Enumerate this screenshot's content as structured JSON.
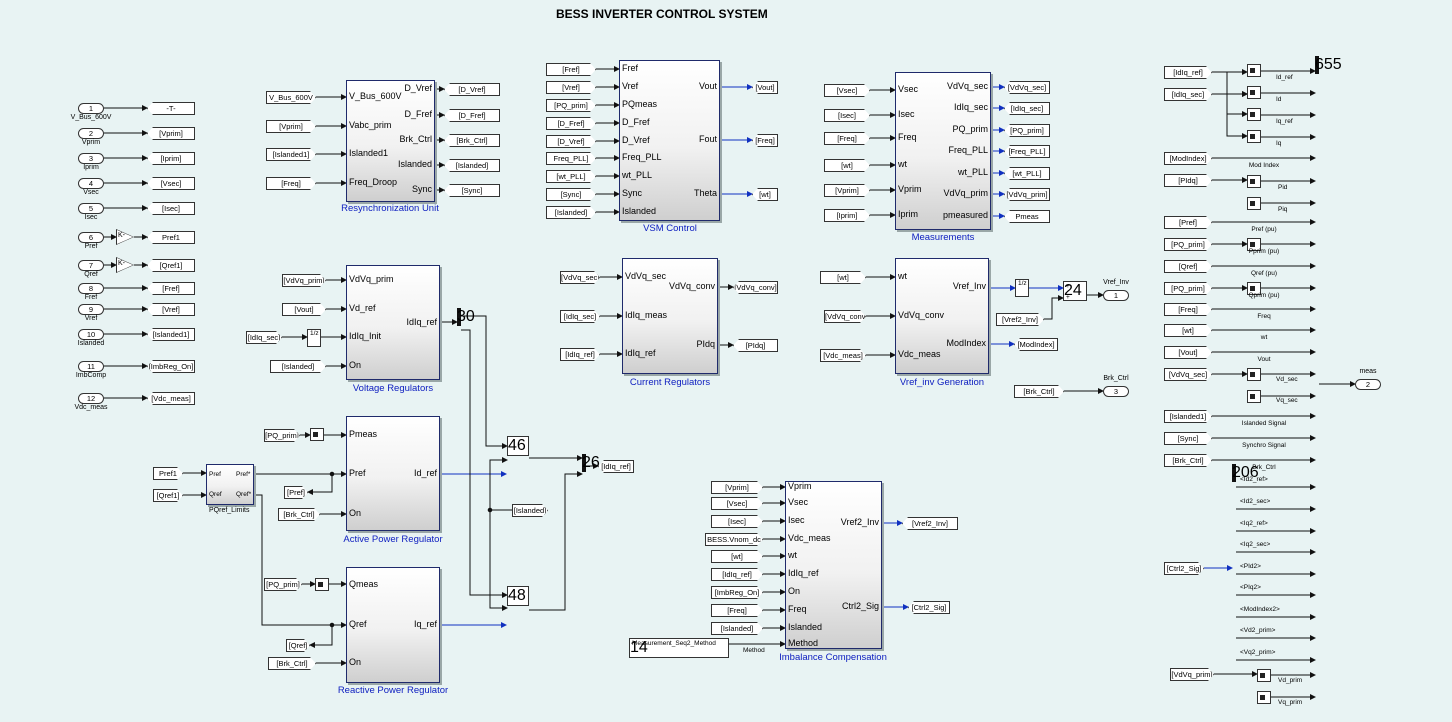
{
  "title": "BESS INVERTER CONTROL SYSTEM",
  "inports": [
    {
      "num": "1",
      "name": "V_Bus_600V",
      "goto": "-T-"
    },
    {
      "num": "2",
      "name": "Vprim",
      "goto": "[Vprim]"
    },
    {
      "num": "3",
      "name": "Iprim",
      "goto": "[Iprim]"
    },
    {
      "num": "4",
      "name": "Vsec",
      "goto": "[Vsec]"
    },
    {
      "num": "5",
      "name": "Isec",
      "goto": "[Isec]"
    },
    {
      "num": "6",
      "name": "Pref",
      "goto": "Pref1",
      "gain": "K-"
    },
    {
      "num": "7",
      "name": "Qref",
      "goto": "[Qref1]",
      "gain": "K-"
    },
    {
      "num": "8",
      "name": "Fref",
      "goto": "[Fref]"
    },
    {
      "num": "9",
      "name": "Vref",
      "goto": "[Vref]"
    },
    {
      "num": "10",
      "name": "Islanded",
      "goto": "[Islanded1]"
    },
    {
      "num": "11",
      "name": "ImbComp",
      "goto": "[ImbReg_On]"
    },
    {
      "num": "12",
      "name": "Vdc_meas",
      "goto": "[Vdc_meas]"
    }
  ],
  "resync": {
    "name": "Resynchronization Unit",
    "inputs": [
      "V_Bus_600V",
      "Vabc_prim",
      "Islanded1",
      "Freq_Droop"
    ],
    "outputs": [
      "D_Vref",
      "D_Fref",
      "Brk_Ctrl",
      "Islanded",
      "Sync"
    ],
    "froms": [
      "V_Bus_600V",
      "[Vprim]",
      "[Islanded1]",
      "[Freq]"
    ],
    "gotos": [
      "[D_Vref]",
      "[D_Fref]",
      "[Brk_Ctrl]",
      "[Islanded]",
      "[Sync]"
    ]
  },
  "vsm": {
    "name": "VSM Control",
    "inputs": [
      "Fref",
      "Vref",
      "PQmeas",
      "D_Fref",
      "D_Vref",
      "Freq_PLL",
      "wt_PLL",
      "Sync",
      "Islanded"
    ],
    "outputs": [
      "Vout",
      "Fout",
      "Theta"
    ],
    "froms": [
      "[Fref]",
      "[Vref]",
      "[PQ_prim]",
      "[D_Fref]",
      "[D_Vref]",
      "Freq_PLL]",
      "[wt_PLL]",
      "[Sync]",
      "[Islanded]"
    ],
    "gotos": [
      "[Vout]",
      "[Freq]",
      "[wt]"
    ]
  },
  "meas": {
    "name": "Measurements",
    "inputs": [
      "Vsec",
      "Isec",
      "Freq",
      "wt",
      "Vprim",
      "Iprim"
    ],
    "outputs": [
      "VdVq_sec",
      "IdIq_sec",
      "PQ_prim",
      "Freq_PLL",
      "wt_PLL",
      "VdVq_prim",
      "pmeasured"
    ],
    "froms": [
      "[Vsec]",
      "[Isec]",
      "[Freq]",
      "[wt]",
      "[Vprim]",
      "[Iprim]"
    ],
    "gotos": [
      "[VdVq_sec]",
      "[IdIq_sec]",
      "[PQ_prim]",
      "[Freq_PLL]",
      "[wt_PLL]",
      "[VdVq_prim]",
      "Pmeas"
    ]
  },
  "vreg": {
    "name": "Voltage Regulators",
    "inputs": [
      "VdVq_prim",
      "Vd_ref",
      "IdIq_Init",
      "On"
    ],
    "outputs": [
      "IdIq_ref"
    ],
    "froms": [
      "[VdVq_prim]",
      "[Vout]",
      "[IdIq_sec]",
      "[Islanded]"
    ],
    "tf": "1/z"
  },
  "creg": {
    "name": "Current Regulators",
    "inputs": [
      "VdVq_sec",
      "IdIq_meas",
      "IdIq_ref"
    ],
    "outputs": [
      "VdVq_conv",
      "PIdq"
    ],
    "froms": [
      "[VdVq_sec]",
      "[IdIq_sec]",
      "[IdIq_ref]"
    ],
    "gotos": [
      "[VdVq_conv]",
      "[PIdq]"
    ]
  },
  "vinv": {
    "name": "Vref_inv Generation",
    "inputs": [
      "wt",
      "VdVq_conv",
      "Vdc_meas"
    ],
    "outputs": [
      "Vref_Inv",
      "ModIndex"
    ],
    "froms": [
      "[wt]",
      "[VdVq_conv]",
      "[Vdc_meas]"
    ],
    "gotos": [
      "[ModIndex]"
    ],
    "tf": "1/z",
    "from2": "[Vref2_Inv]",
    "out_label": "Vref_Inv",
    "out_num": "1",
    "brk_from": "[Brk_Ctrl]",
    "brk_label": "Brk_Ctrl",
    "brk_num": "3"
  },
  "apreg": {
    "name": "Active Power Regulator",
    "inputs": [
      "Pmeas",
      "Pref",
      "On"
    ],
    "outputs": [
      "Id_ref"
    ],
    "froms": [
      "[PQ_prim]",
      "[Pref]",
      "[Brk_Ctrl]"
    ]
  },
  "rpreg": {
    "name": "Reactive Power Regulator",
    "inputs": [
      "Qmeas",
      "Qref",
      "On"
    ],
    "outputs": [
      "Iq_ref"
    ],
    "froms": [
      "[PQ_prim]",
      "[Qref]",
      "[Brk_Ctrl]"
    ]
  },
  "pqlim": {
    "name": "PQref_Limits",
    "froms": [
      "Pref1",
      "[Qref1]"
    ],
    "inputs": [
      "Pref",
      "Qref"
    ],
    "outputs": [
      "Pref*",
      "Qref*"
    ]
  },
  "switch_goto": "[IdIq_ref]",
  "switch_from": "[Islanded]",
  "imb": {
    "name": "Imbalance Compensation",
    "inputs": [
      "Vprim",
      "Vsec",
      "Isec",
      "Vdc_meas",
      "wt",
      "IdIq_ref",
      "On",
      "Freq",
      "Islanded",
      "Method"
    ],
    "outputs": [
      "Vref2_Inv",
      "Ctrl2_Sig"
    ],
    "froms": [
      "[Vprim]",
      "[Vsec]",
      "[Isec]",
      "BESS.Vnom_dc",
      "[wt]",
      "[IdIq_ref]",
      "[ImbReg_On]",
      "[Freq]",
      "[Islanded]"
    ],
    "gotos": [
      "[Vref2_Inv]",
      "[Ctrl2_Sig]"
    ],
    "method_const": "Measurement_Seq2_Method",
    "method_label": "Method"
  },
  "bus": {
    "out_label": "meas",
    "out_num": "2",
    "rows": [
      {
        "from": "[IdIq_ref]",
        "labels": [
          "Id_ref",
          "Id",
          "Iq_ref",
          "Iq"
        ]
      },
      {
        "from": "[IdIq_sec]",
        "labels": []
      },
      {
        "from": "[ModIndex]",
        "labels": [
          "Mod Index"
        ]
      },
      {
        "from": "[PIdq]",
        "labels": [
          "Pid",
          "Piq"
        ]
      },
      {
        "from": "[Pref]",
        "labels": [
          "Pref (pu)"
        ]
      },
      {
        "from": "[PQ_prim]",
        "labels": [
          "Pprim (pu)"
        ]
      },
      {
        "from": "[Qref]",
        "labels": [
          "Qref (pu)"
        ]
      },
      {
        "from": "[PQ_prim]",
        "labels": [
          "Qprim (pu)"
        ]
      },
      {
        "from": "[Freq]",
        "labels": [
          "Freq"
        ]
      },
      {
        "from": "[wt]",
        "labels": [
          "wt"
        ]
      },
      {
        "from": "[Vout]",
        "labels": [
          "Vout"
        ]
      },
      {
        "from": "[VdVq_sec]",
        "labels": [
          "Vd_sec",
          "Vq_sec"
        ]
      },
      {
        "from": "[Islanded1]",
        "labels": [
          "Islanded Signal"
        ]
      },
      {
        "from": "[Sync]",
        "labels": [
          "Synchro Signal"
        ]
      },
      {
        "from": "[Brk_Ctrl]",
        "labels": [
          "Brk_Ctrl"
        ]
      }
    ],
    "ctrl_from": "[Ctrl2_Sig]",
    "ctrl_labels": [
      "<Id2_ref>",
      "<Id2_sec>",
      "<Iq2_ref>",
      "<Iq2_sec>",
      "<PId2>",
      "<PIq2>",
      "<ModIndex2>",
      "<Vd2_prim>",
      "<Vq2_prim>"
    ],
    "last_from": "[VdVq_prim]",
    "last_labels": [
      "Vd_prim",
      "Vq_prim"
    ]
  }
}
